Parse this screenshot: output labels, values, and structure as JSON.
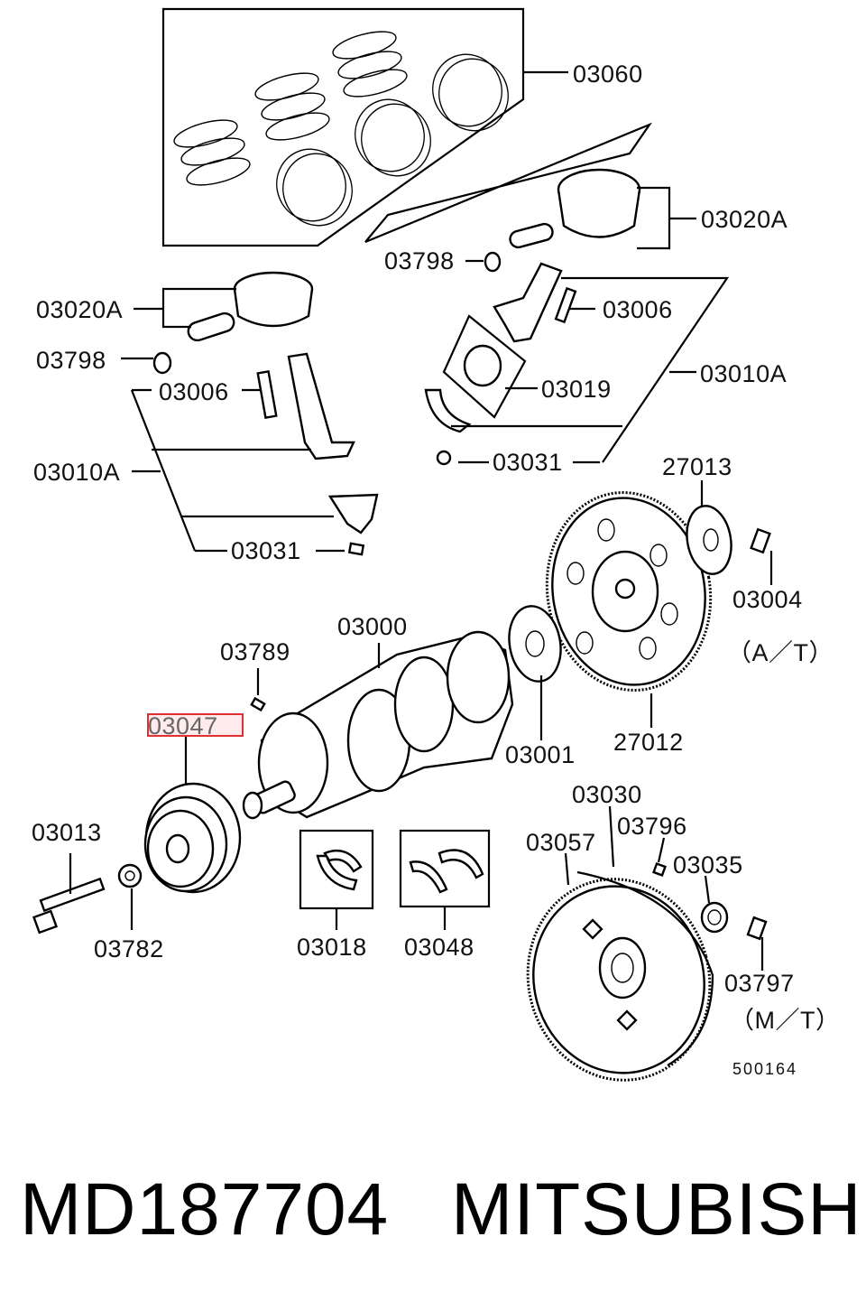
{
  "labels": {
    "l03060": "03060",
    "l03020A_r": "03020A",
    "l03798_r": "03798",
    "l03006_r": "03006",
    "l03010A_r": "03010A",
    "l03019": "03019",
    "l03031_r": "03031",
    "l03020A_l": "03020A",
    "l03798_l": "03798",
    "l03006_l": "03006",
    "l03010A_l": "03010A",
    "l03031_l": "03031",
    "l27013": "27013",
    "l03004": "03004",
    "lAT": "（A／T）",
    "l03000": "03000",
    "l03789": "03789",
    "l03047": "03047",
    "l03001": "03001",
    "l27012": "27012",
    "l03030": "03030",
    "l03796": "03796",
    "l03057": "03057",
    "l03035": "03035",
    "l03013": "03013",
    "l03782": "03782",
    "l03018": "03018",
    "l03048": "03048",
    "l03797": "03797",
    "lMT": "（M／T）",
    "code": "500164"
  },
  "highlighted_part": "03047",
  "footer": {
    "part_number": "MD187704",
    "brand": "MITSUBISHI"
  }
}
